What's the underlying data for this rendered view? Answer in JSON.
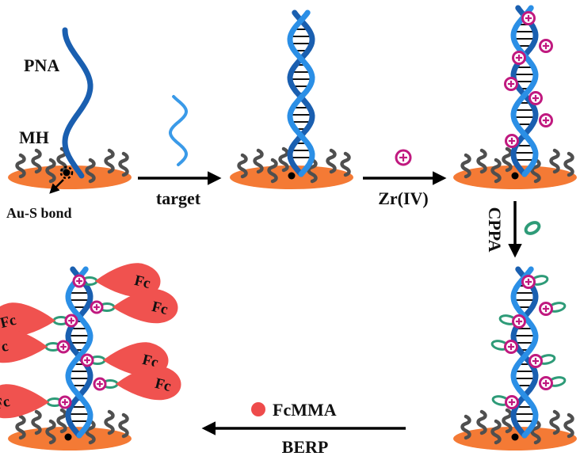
{
  "colors": {
    "electrode": "#f47a35",
    "mh": "#4f4f4f",
    "strand_dark": "#1a5fb0",
    "strand_light": "#2b8fe6",
    "target_strand": "#3a9ae8",
    "zr_ion": "#c0197f",
    "cppa": "#2e9b78",
    "fc_body": "#f0524f",
    "fcmma_dot": "#ee4b4b",
    "base_pair": "#111111",
    "arrow": "#000000"
  },
  "labels": {
    "pna": "PNA",
    "mh": "MH",
    "au_s_bond": "Au-S bond",
    "target": "target",
    "zr": "Zr(IV)",
    "cppa": "CPPA",
    "fcmma": "FcMMA",
    "berp": "BERP",
    "fc": "Fc"
  },
  "steps": [
    {
      "id": "pna-probe",
      "description": "PNA probe on Au electrode with MH"
    },
    {
      "id": "hybridized",
      "description": "PNA-DNA duplex after target"
    },
    {
      "id": "zr-bound",
      "description": "Zr(IV) ions bound to duplex"
    },
    {
      "id": "cppa-bound",
      "description": "CPPA attached to Zr(IV)"
    },
    {
      "id": "fc-polymer",
      "description": "FcMMA polymers grown by BERP"
    }
  ],
  "arrows": [
    {
      "from": "pna-probe",
      "to": "hybridized",
      "label_key": "target"
    },
    {
      "from": "hybridized",
      "to": "zr-bound",
      "label_key": "zr",
      "reagent_icon": "zr-ion-icon"
    },
    {
      "from": "zr-bound",
      "to": "cppa-bound",
      "label_key": "cppa",
      "reagent_icon": "cppa-icon"
    },
    {
      "from": "cppa-bound",
      "to": "fc-polymer",
      "label_key": "berp",
      "reagent_label_key": "fcmma",
      "reagent_icon": "fcmma-dot-icon"
    }
  ]
}
